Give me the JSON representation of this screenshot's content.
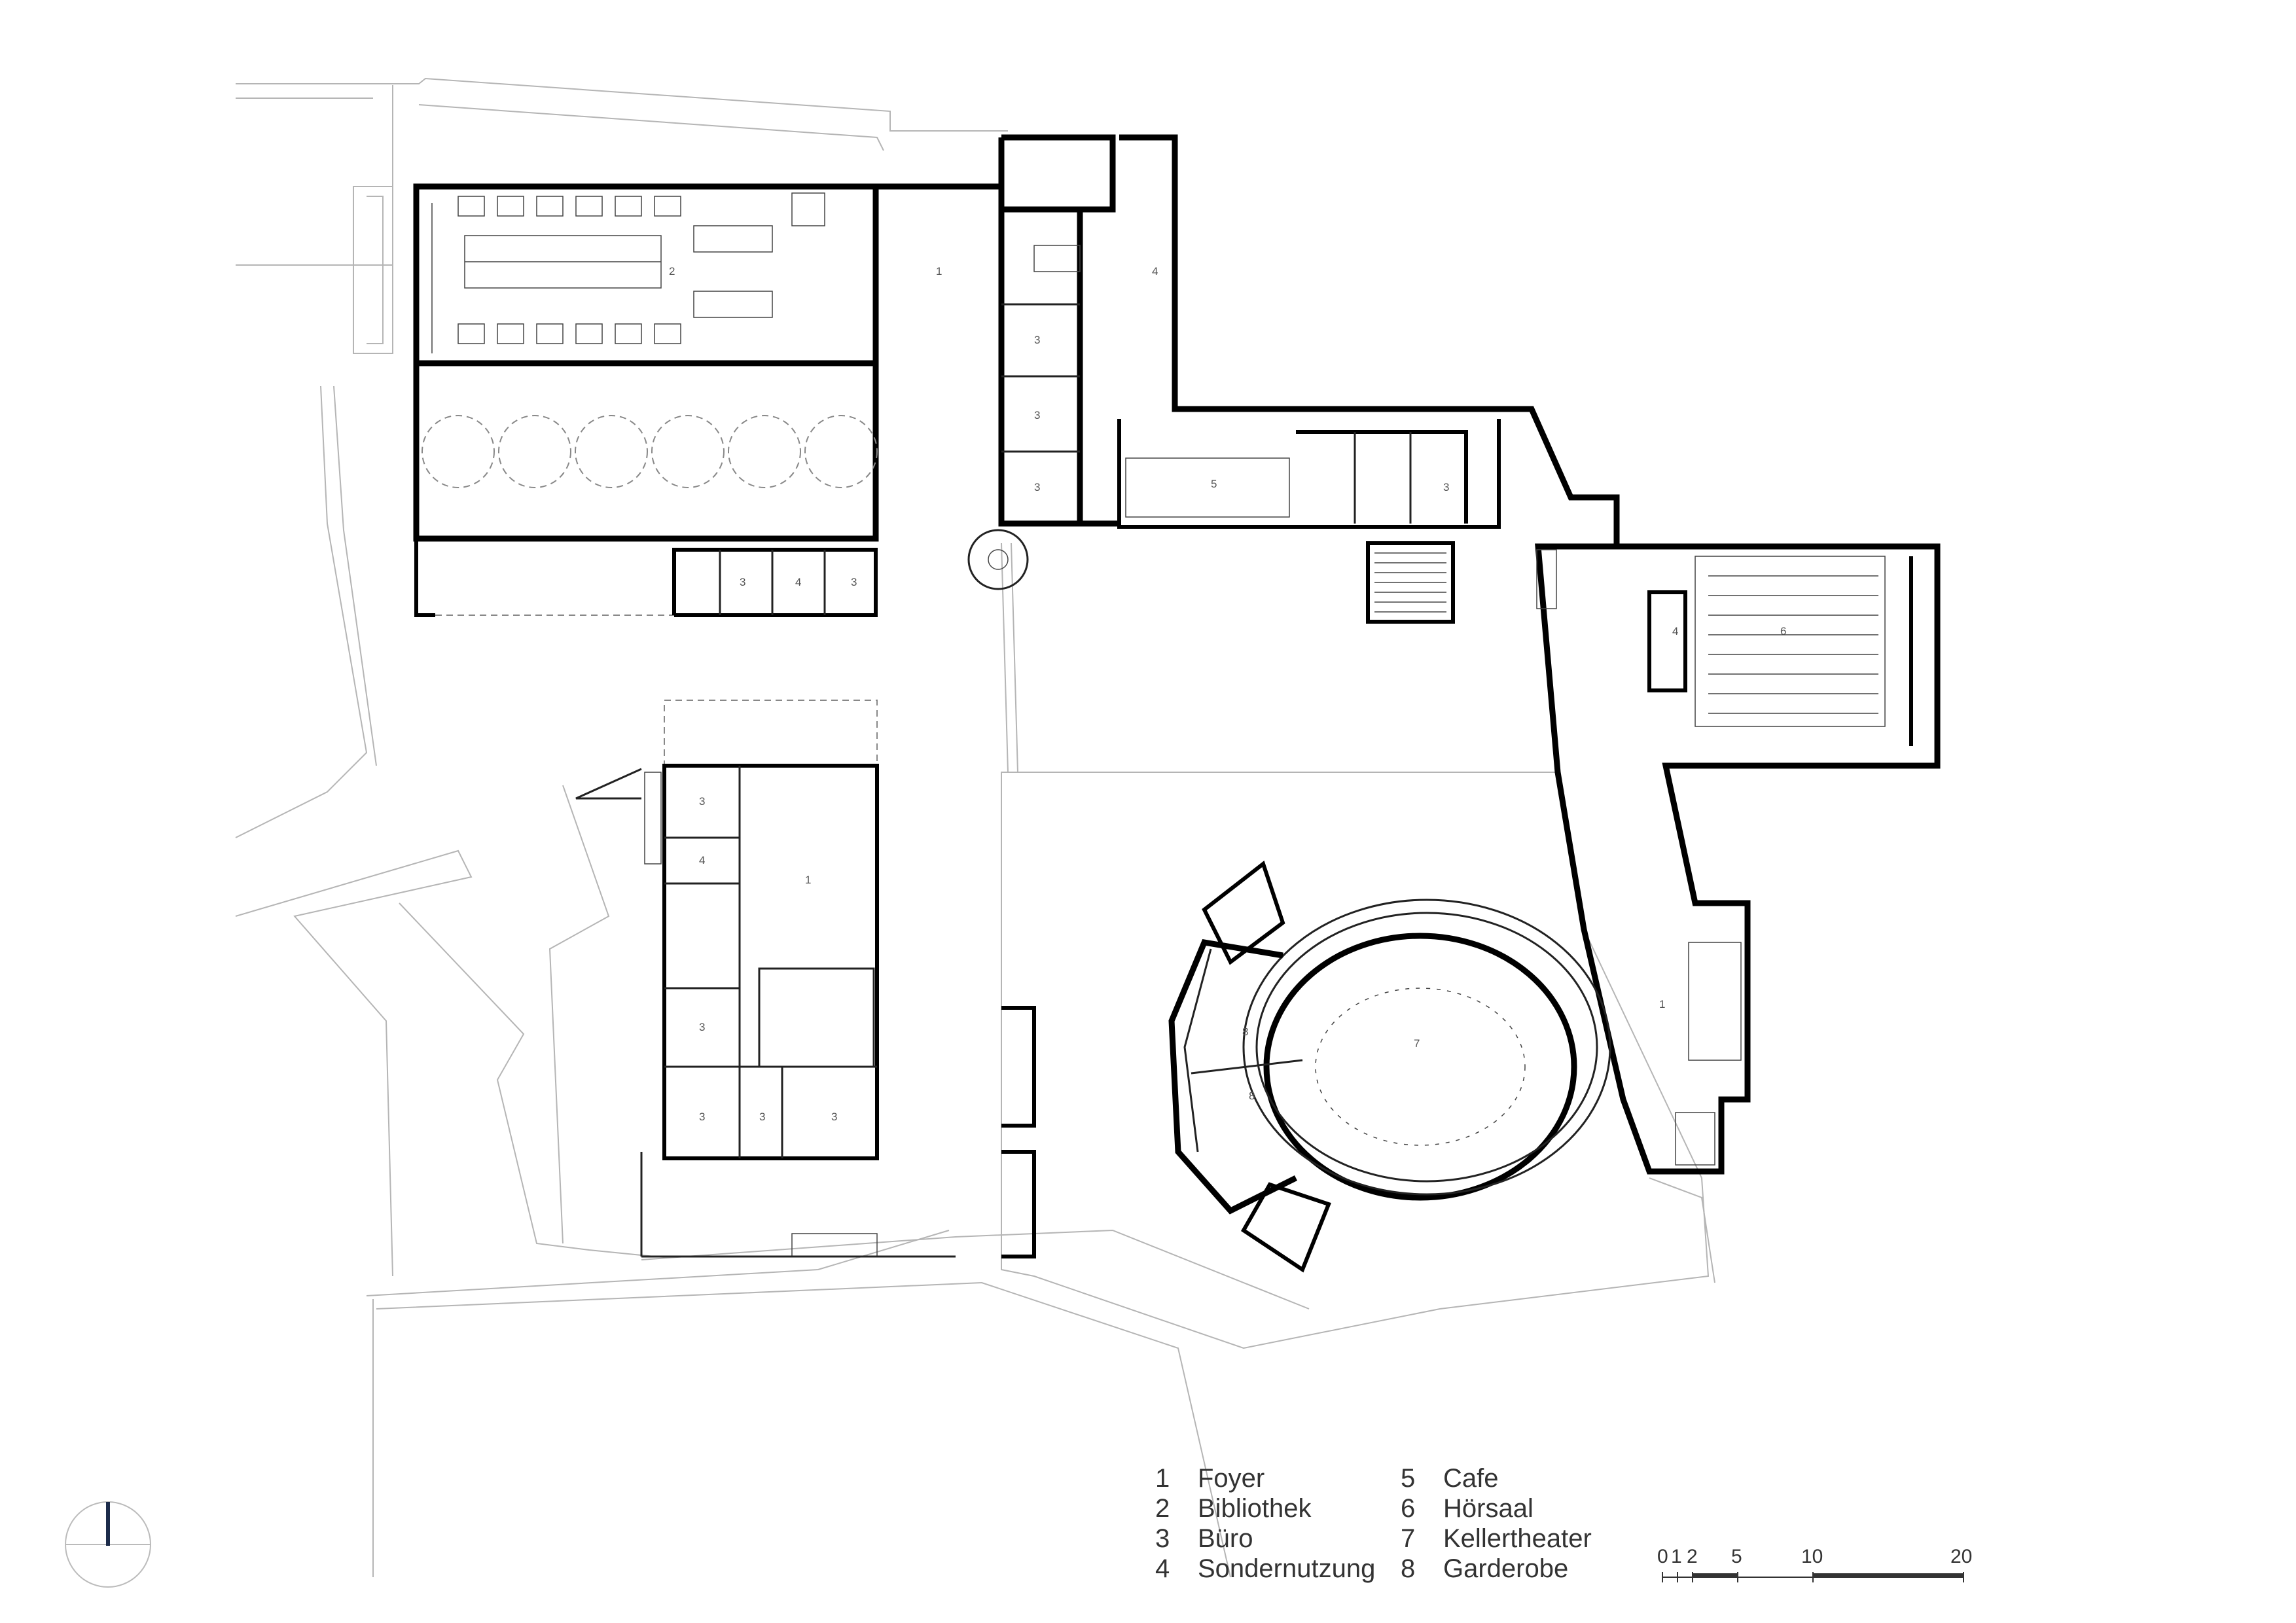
{
  "legend": [
    {
      "num": "1",
      "label": "Foyer"
    },
    {
      "num": "2",
      "label": "Bibliothek"
    },
    {
      "num": "3",
      "label": "Büro"
    },
    {
      "num": "4",
      "label": "Sondernutzung"
    },
    {
      "num": "5",
      "label": "Cafe"
    },
    {
      "num": "6",
      "label": "Hörsaal"
    },
    {
      "num": "7",
      "label": "Kellertheater"
    },
    {
      "num": "8",
      "label": "Garderobe"
    }
  ],
  "scale_bar": {
    "ticks": [
      "0",
      "1",
      "2",
      "5",
      "10",
      "20"
    ]
  },
  "room_labels": [
    "1",
    "2",
    "3",
    "4",
    "5",
    "6",
    "7",
    "8"
  ],
  "colors": {
    "north_marker": "#1c2b4a",
    "walls": "#000000",
    "context_lines": "#b5b5b5"
  }
}
